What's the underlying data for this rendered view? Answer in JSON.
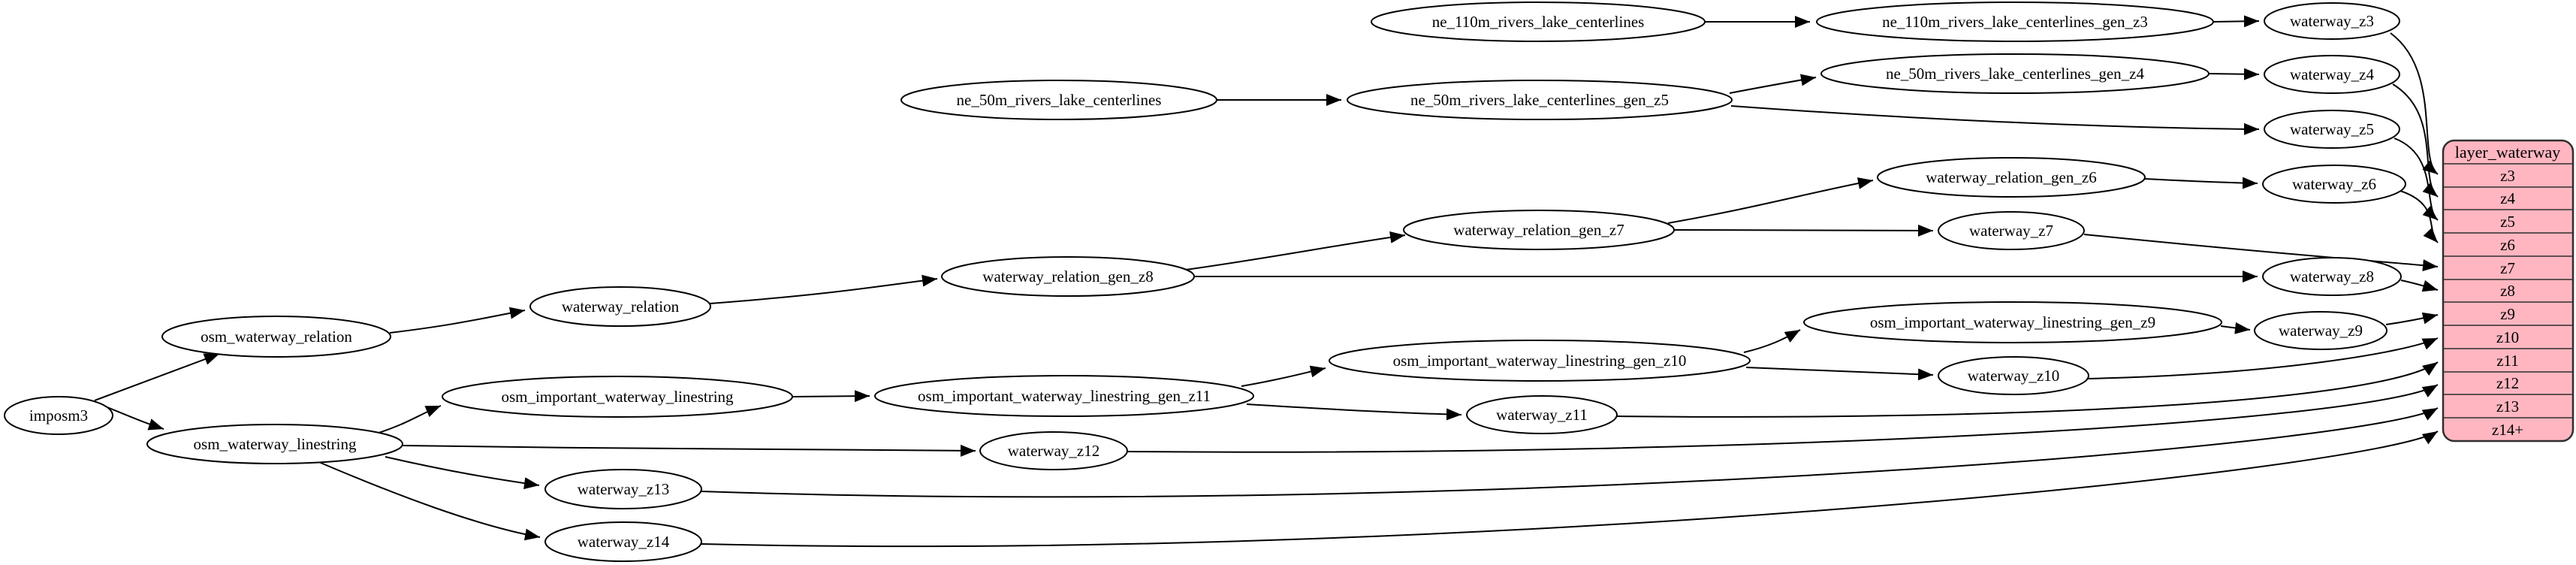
{
  "diagram": {
    "record": {
      "title": "layer_waterway",
      "rows": [
        "z3",
        "z4",
        "z5",
        "z6",
        "z7",
        "z8",
        "z9",
        "z10",
        "z11",
        "z12",
        "z13",
        "z14+"
      ]
    },
    "nodes": {
      "imposm3": {
        "label": "imposm3"
      },
      "osm_waterway_relation": {
        "label": "osm_waterway_relation"
      },
      "waterway_relation": {
        "label": "waterway_relation"
      },
      "waterway_relation_gen_z8": {
        "label": "waterway_relation_gen_z8"
      },
      "waterway_relation_gen_z7": {
        "label": "waterway_relation_gen_z7"
      },
      "waterway_relation_gen_z6": {
        "label": "waterway_relation_gen_z6"
      },
      "osm_waterway_linestring": {
        "label": "osm_waterway_linestring"
      },
      "osm_important_waterway_linestring": {
        "label": "osm_important_waterway_linestring"
      },
      "osm_important_waterway_linestring_gen_z11": {
        "label": "osm_important_waterway_linestring_gen_z11"
      },
      "osm_important_waterway_linestring_gen_z10": {
        "label": "osm_important_waterway_linestring_gen_z10"
      },
      "osm_important_waterway_linestring_gen_z9": {
        "label": "osm_important_waterway_linestring_gen_z9"
      },
      "ne_110m_rivers_lake_centerlines": {
        "label": "ne_110m_rivers_lake_centerlines"
      },
      "ne_110m_rivers_lake_centerlines_gen_z3": {
        "label": "ne_110m_rivers_lake_centerlines_gen_z3"
      },
      "ne_50m_rivers_lake_centerlines": {
        "label": "ne_50m_rivers_lake_centerlines"
      },
      "ne_50m_rivers_lake_centerlines_gen_z5": {
        "label": "ne_50m_rivers_lake_centerlines_gen_z5"
      },
      "ne_50m_rivers_lake_centerlines_gen_z4": {
        "label": "ne_50m_rivers_lake_centerlines_gen_z4"
      },
      "waterway_z3": {
        "label": "waterway_z3"
      },
      "waterway_z4": {
        "label": "waterway_z4"
      },
      "waterway_z5": {
        "label": "waterway_z5"
      },
      "waterway_z6": {
        "label": "waterway_z6"
      },
      "waterway_z7": {
        "label": "waterway_z7"
      },
      "waterway_z8": {
        "label": "waterway_z8"
      },
      "waterway_z9": {
        "label": "waterway_z9"
      },
      "waterway_z10": {
        "label": "waterway_z10"
      },
      "waterway_z11": {
        "label": "waterway_z11"
      },
      "waterway_z12": {
        "label": "waterway_z12"
      },
      "waterway_z13": {
        "label": "waterway_z13"
      },
      "waterway_z14": {
        "label": "waterway_z14"
      }
    },
    "edges": [
      {
        "from": "ne_110m_rivers_lake_centerlines",
        "to": "ne_110m_rivers_lake_centerlines_gen_z3"
      },
      {
        "from": "ne_110m_rivers_lake_centerlines_gen_z3",
        "to": "waterway_z3"
      },
      {
        "from": "waterway_z3",
        "to": "layer_waterway.z3"
      },
      {
        "from": "ne_50m_rivers_lake_centerlines",
        "to": "ne_50m_rivers_lake_centerlines_gen_z5"
      },
      {
        "from": "ne_50m_rivers_lake_centerlines_gen_z5",
        "to": "ne_50m_rivers_lake_centerlines_gen_z4"
      },
      {
        "from": "ne_50m_rivers_lake_centerlines_gen_z5",
        "to": "waterway_z5"
      },
      {
        "from": "ne_50m_rivers_lake_centerlines_gen_z4",
        "to": "waterway_z4"
      },
      {
        "from": "waterway_z4",
        "to": "layer_waterway.z4"
      },
      {
        "from": "waterway_z5",
        "to": "layer_waterway.z5"
      },
      {
        "from": "imposm3",
        "to": "osm_waterway_relation"
      },
      {
        "from": "imposm3",
        "to": "osm_waterway_linestring"
      },
      {
        "from": "osm_waterway_relation",
        "to": "waterway_relation"
      },
      {
        "from": "waterway_relation",
        "to": "waterway_relation_gen_z8"
      },
      {
        "from": "waterway_relation_gen_z8",
        "to": "waterway_relation_gen_z7"
      },
      {
        "from": "waterway_relation_gen_z8",
        "to": "waterway_z8"
      },
      {
        "from": "waterway_relation_gen_z7",
        "to": "waterway_relation_gen_z6"
      },
      {
        "from": "waterway_relation_gen_z7",
        "to": "waterway_z7"
      },
      {
        "from": "waterway_relation_gen_z6",
        "to": "waterway_z6"
      },
      {
        "from": "waterway_z6",
        "to": "layer_waterway.z6"
      },
      {
        "from": "waterway_z7",
        "to": "layer_waterway.z7"
      },
      {
        "from": "waterway_z8",
        "to": "layer_waterway.z8"
      },
      {
        "from": "osm_waterway_linestring",
        "to": "osm_important_waterway_linestring"
      },
      {
        "from": "osm_important_waterway_linestring",
        "to": "osm_important_waterway_linestring_gen_z11"
      },
      {
        "from": "osm_important_waterway_linestring_gen_z11",
        "to": "osm_important_waterway_linestring_gen_z10"
      },
      {
        "from": "osm_important_waterway_linestring_gen_z11",
        "to": "waterway_z11"
      },
      {
        "from": "osm_important_waterway_linestring_gen_z10",
        "to": "osm_important_waterway_linestring_gen_z9"
      },
      {
        "from": "osm_important_waterway_linestring_gen_z10",
        "to": "waterway_z10"
      },
      {
        "from": "osm_important_waterway_linestring_gen_z9",
        "to": "waterway_z9"
      },
      {
        "from": "waterway_z9",
        "to": "layer_waterway.z9"
      },
      {
        "from": "waterway_z10",
        "to": "layer_waterway.z10"
      },
      {
        "from": "waterway_z11",
        "to": "layer_waterway.z11"
      },
      {
        "from": "osm_waterway_linestring",
        "to": "waterway_z12"
      },
      {
        "from": "osm_waterway_linestring",
        "to": "waterway_z13"
      },
      {
        "from": "osm_waterway_linestring",
        "to": "waterway_z14"
      },
      {
        "from": "waterway_z12",
        "to": "layer_waterway.z12"
      },
      {
        "from": "waterway_z13",
        "to": "layer_waterway.z13"
      },
      {
        "from": "waterway_z14",
        "to": "layer_waterway.z14+"
      }
    ],
    "colors": {
      "record_fill": "#ffb6c1",
      "record_border": "#2f2f2f",
      "node_fill": "#ffffff",
      "node_border": "#000000",
      "edge": "#000000",
      "background": "#ffffff"
    }
  }
}
